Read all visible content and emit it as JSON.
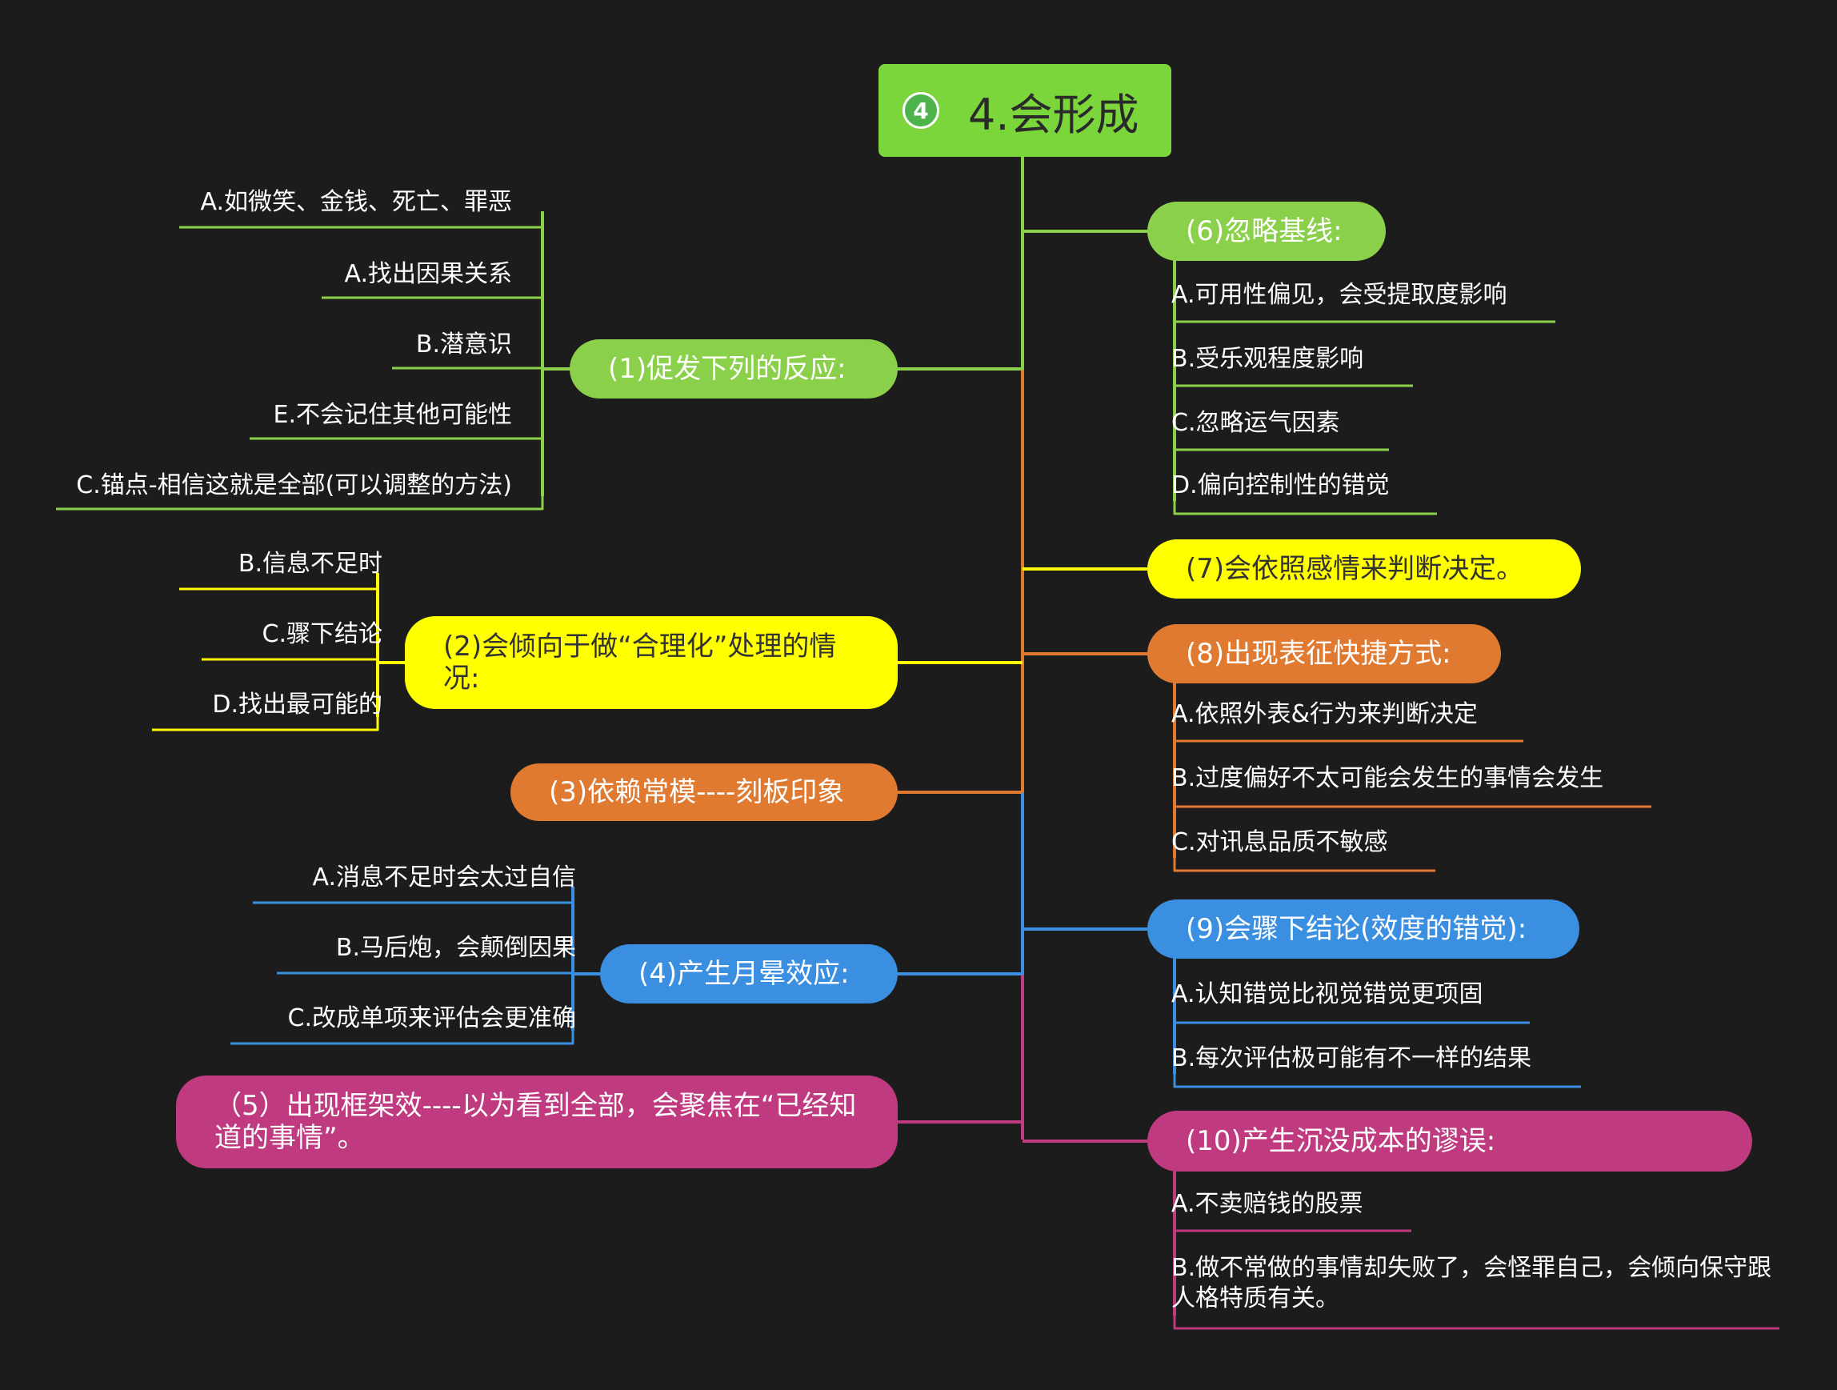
{
  "root": {
    "badge": "4",
    "title": "4.会形成"
  },
  "branches": [
    {
      "id": "b1",
      "label": "(1)促发下列的反应:",
      "color": "#8bd04a",
      "children": [
        "A.如微笑、金钱、死亡、罪恶",
        "A.找出因果关系",
        "B.潜意识",
        "E.不会记住其他可能性",
        "C.锚点-相信这就是全部(可以调整的方法)"
      ]
    },
    {
      "id": "b2",
      "label": "(2)会倾向于做“合理化”处理的情况:",
      "color": "#ffff00",
      "children": [
        "B.信息不足时",
        "C.骤下结论",
        "D.找出最可能的"
      ]
    },
    {
      "id": "b3",
      "label": "(3)依赖常模----刻板印象",
      "color": "#e07a30",
      "children": []
    },
    {
      "id": "b4",
      "label": "(4)产生月晕效应:",
      "color": "#3b8fe0",
      "children": [
        "A.消息不足时会太过自信",
        "B.马后炮，会颠倒因果",
        "C.改成单项来评估会更准确"
      ]
    },
    {
      "id": "b5",
      "label": "（5）出现框架效----以为看到全部，会聚焦在“已经知道的事情”。",
      "color": "#c03a80",
      "children": []
    },
    {
      "id": "b6",
      "label": "(6)忽略基线:",
      "color": "#8bd04a",
      "children": [
        "A.可用性偏见，会受提取度影响",
        "B.受乐观程度影响",
        "C.忽略运气因素",
        "D.偏向控制性的错觉"
      ]
    },
    {
      "id": "b7",
      "label": "(7)会依照感情来判断决定。",
      "color": "#ffff00",
      "children": []
    },
    {
      "id": "b8",
      "label": "(8)出现表征快捷方式:",
      "color": "#e07a30",
      "children": [
        "A.依照外表&行为来判断决定",
        "B.过度偏好不太可能会发生的事情会发生",
        "C.对讯息品质不敏感"
      ]
    },
    {
      "id": "b9",
      "label": "(9)会骤下结论(效度的错觉):",
      "color": "#3b8fe0",
      "children": [
        "A.认知错觉比视觉错觉更项固",
        "B.每次评估极可能有不一样的结果"
      ]
    },
    {
      "id": "b10",
      "label": "(10)产生沉没成本的谬误:",
      "color": "#c03a80",
      "children": [
        "A.不卖赔钱的股票",
        "B.做不常做的事情却失败了，会怪罪自己，会倾向保守跟人格特质有关。"
      ]
    }
  ]
}
